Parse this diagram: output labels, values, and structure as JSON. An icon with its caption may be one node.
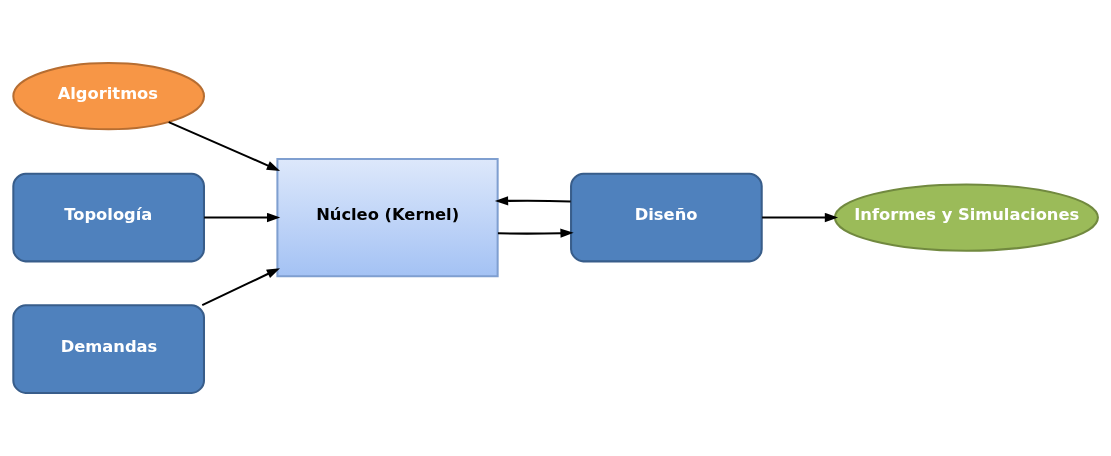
{
  "diagram": {
    "nodes": [
      {
        "text": [
          "Algoritmos"
        ]
      },
      {
        "text": [
          "Informes y Simulaciones"
        ]
      },
      {
        "text": [
          "Topología"
        ]
      },
      {
        "text": [
          "Núcleo (Kernel)"
        ]
      },
      {
        "text": [
          "Diseño"
        ]
      },
      {
        "text": [
          "Demandas"
        ]
      }
    ],
    "edges": [
      {
        "from": 2,
        "to": 3,
        "arrow": "to"
      },
      {
        "from": 5,
        "to": 3,
        "arrow": "to"
      },
      {
        "from": 0,
        "to": 3,
        "arrow": "to"
      },
      {
        "from": 3,
        "to": 4,
        "arrow": "to"
      },
      {
        "from": 4,
        "to": 1,
        "arrow": "to"
      },
      {
        "from": 4,
        "to": 3,
        "arrow": "to"
      }
    ]
  }
}
